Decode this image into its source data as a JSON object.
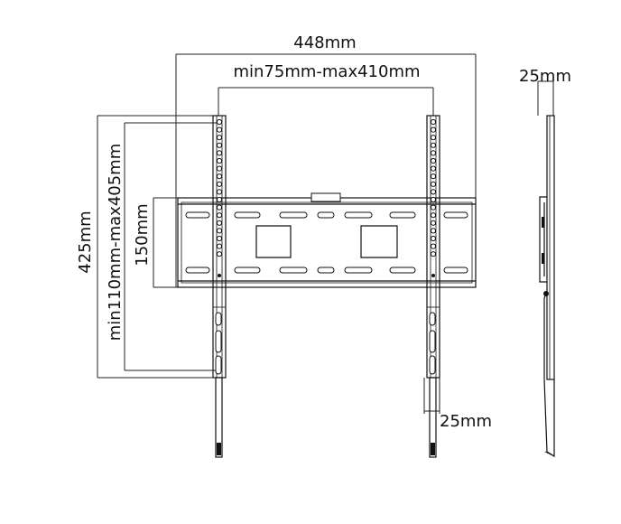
{
  "labels": {
    "overall_width": "448mm",
    "vesa_horizontal": "min75mm-max410mm",
    "side_depth": "25mm",
    "overall_height": "425mm",
    "vesa_vertical": "min110mm-max405mm",
    "plate_height": "150mm",
    "arm_width": "25mm"
  },
  "colors": {
    "line": "#111111",
    "background": "#ffffff"
  }
}
